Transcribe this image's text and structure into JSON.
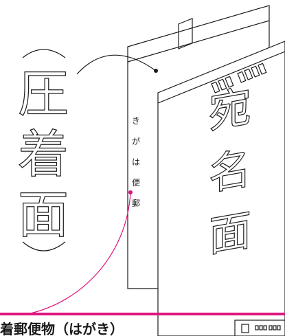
{
  "diagram": {
    "side_label_chars": [
      "圧",
      "着",
      "面"
    ],
    "front_label_chars": [
      "宛",
      "名",
      "面"
    ],
    "vertical_label_chars": [
      "郵",
      "便",
      "は",
      "が",
      "き"
    ],
    "bottom_caption": "着郵便物（はがき）",
    "colors": {
      "line": "#1a1a1a",
      "accent": "#e0157e",
      "paper": "#ffffff"
    }
  }
}
